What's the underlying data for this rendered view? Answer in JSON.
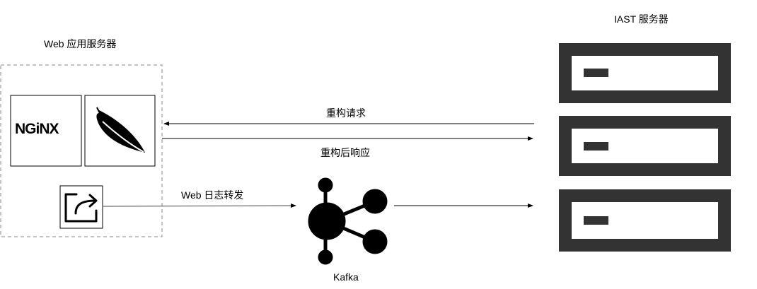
{
  "web_server": {
    "title": "Web 应用服务器",
    "nginx_label": "NGiNX"
  },
  "iast_server": {
    "title": "IAST 服务器"
  },
  "edges": {
    "request": "重构请求",
    "response": "重构后响应",
    "log_forward": "Web 日志转发"
  },
  "kafka": {
    "label": "Kafka"
  }
}
